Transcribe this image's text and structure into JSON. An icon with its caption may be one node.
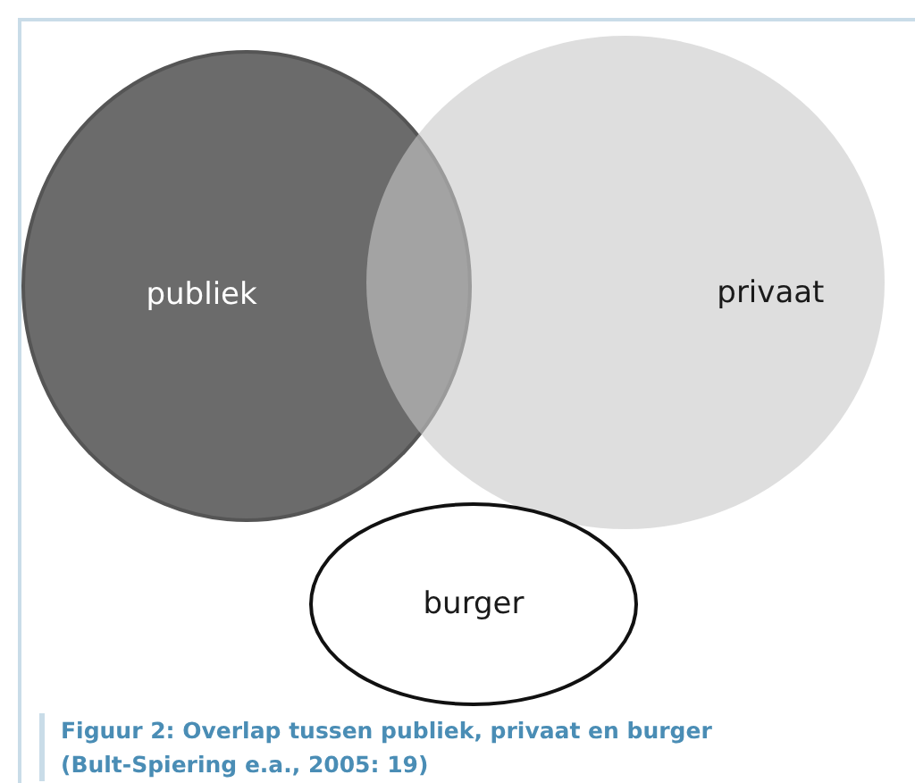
{
  "diagram": {
    "caption": "Figuur 2: Overlap tussen publiek, privaat en burger (Bult-Spiering e.a., 2005: 19)",
    "nodes": [
      {
        "text": [
          "publiek"
        ]
      },
      {
        "text": [
          "privaat"
        ]
      },
      {
        "text": [
          "burger"
        ]
      }
    ]
  }
}
